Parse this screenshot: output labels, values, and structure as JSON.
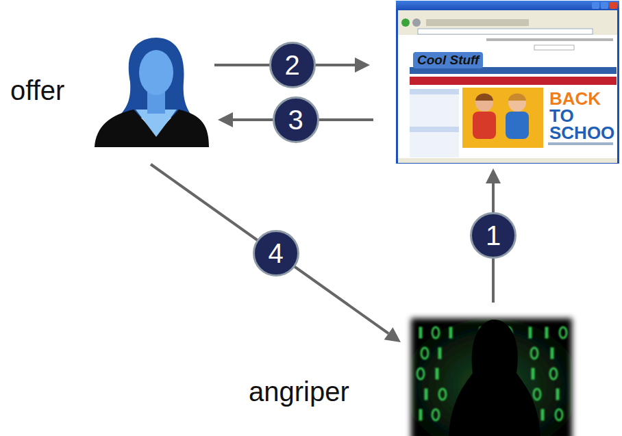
{
  "diagram": {
    "nodes": [
      {
        "text": [
          "offer"
        ]
      },
      {
        "text": [
          "Cool Stuff",
          "BACK TO SCHOO"
        ]
      },
      {
        "text": [
          "angriper"
        ]
      }
    ],
    "edges": [
      {
        "from": 2,
        "to": 1,
        "arrow": "to",
        "label": "1"
      },
      {
        "from": 0,
        "to": 1,
        "arrow": "to",
        "label": "2"
      },
      {
        "from": 1,
        "to": 0,
        "arrow": "to",
        "label": "3"
      },
      {
        "from": 0,
        "to": 2,
        "arrow": "to",
        "label": "4"
      }
    ]
  }
}
